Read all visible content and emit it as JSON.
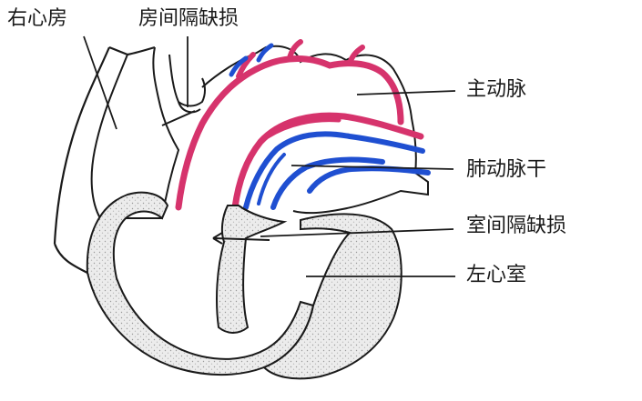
{
  "labels": {
    "right_atrium": "右心房",
    "atrial_septal_defect": "房间隔缺损",
    "aorta": "主动脉",
    "pulmonary_trunk": "肺动脉干",
    "ventricular_septal_defect": "室间隔缺损",
    "left_ventricle": "左心室"
  },
  "colors": {
    "outline": "#1a1a1a",
    "aorta_stroke": "#d6336c",
    "pulmonary_stroke": "#1f4fd1",
    "muscle_fill": "#e6e6e6",
    "background": "#ffffff"
  }
}
